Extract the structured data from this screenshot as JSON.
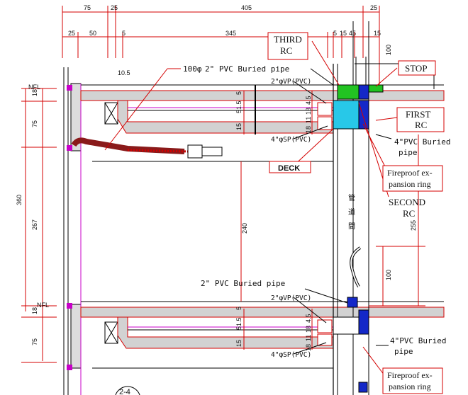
{
  "dimensions": {
    "top_row1": [
      "75",
      "25",
      "405",
      "25"
    ],
    "top_row2": [
      "25",
      "50",
      "5",
      "345",
      "5",
      "15",
      "45",
      "15"
    ],
    "left_upper": [
      "18",
      "75"
    ],
    "left_total": "360",
    "left_mid": "267",
    "left_lower": [
      "18",
      "75"
    ],
    "slab_upper": [
      "5",
      "51.5",
      "15"
    ],
    "slab_lower": [
      "5",
      "51.5",
      "15"
    ],
    "joint_upper": [
      "4.5",
      "18",
      "11",
      "18"
    ],
    "joint_lower": [
      "4.5",
      "18",
      "11",
      "18"
    ],
    "span": "240",
    "small_top": "10.5",
    "right_top": "100",
    "right_mid": "100",
    "right_long": "255"
  },
  "levels": {
    "nfl_upper": "NFL",
    "nfl_lower": "NFL"
  },
  "labels": {
    "third_rc": "THIRD RC",
    "stop": "STOP",
    "first_rc": "FIRST RC",
    "second_rc": "SECOND RC",
    "deck": "DECK",
    "fireproof_upper": "Fireproof ex-pansion ring",
    "fireproof_lower": "Fireproof ex-pansion ring",
    "shaft_chars": [
      "管",
      "道",
      "間"
    ],
    "detail_ref": "2-4"
  },
  "notes": {
    "duct": "100φ",
    "pvc_buried_upper": "2\" PVC Buried pipe",
    "vp_upper": "2\"φVP(PVC)",
    "sp_upper": "4\"φSP(PVC)",
    "pvc4_upper": "4\"PVC Buried pipe",
    "pvc_buried_lower": "2\" PVC Buried pipe",
    "vp_lower": "2\"φVP(PVC)",
    "sp_lower": "4\"φSP(PVC)",
    "pvc4_lower": "4\"PVC Buried pipe"
  },
  "colors": {
    "annotation_red": "#d40000",
    "concrete": "#cfcfcf",
    "fill_green": "#22c322",
    "fill_cyan": "#28c8e8",
    "pipe_blue": "#1428c8",
    "magenta": "#c800c8"
  }
}
